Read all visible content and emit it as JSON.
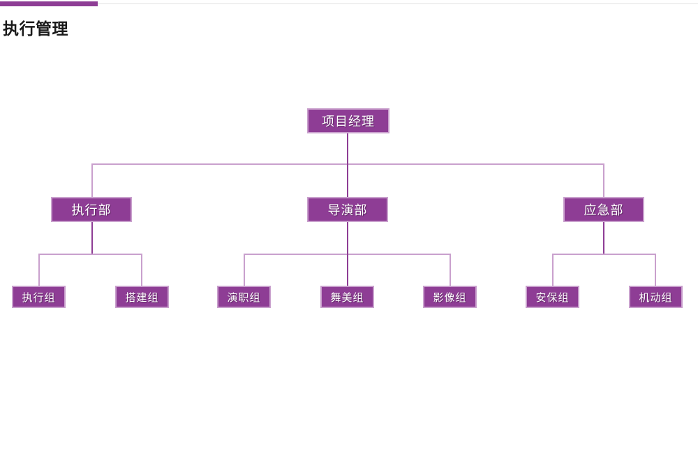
{
  "header": {
    "title": "执行管理",
    "accent_color": "#8e3d95"
  },
  "theme": {
    "node_fill": "#8e3d95",
    "node_border": "#c9a0cd",
    "node_text": "#ffffff",
    "connector_light": "#c9a0cd",
    "connector_dark": "#8e3d95",
    "background": "#ffffff"
  },
  "chart": {
    "type": "org-chart",
    "root": {
      "label": "项目经理",
      "children": [
        {
          "label": "执行部",
          "children": [
            {
              "label": "执行组"
            },
            {
              "label": "搭建组"
            }
          ]
        },
        {
          "label": "导演部",
          "children": [
            {
              "label": "演职组"
            },
            {
              "label": "舞美组"
            },
            {
              "label": "影像组"
            }
          ]
        },
        {
          "label": "应急部",
          "children": [
            {
              "label": "安保组"
            },
            {
              "label": "机动组"
            }
          ]
        }
      ]
    }
  }
}
